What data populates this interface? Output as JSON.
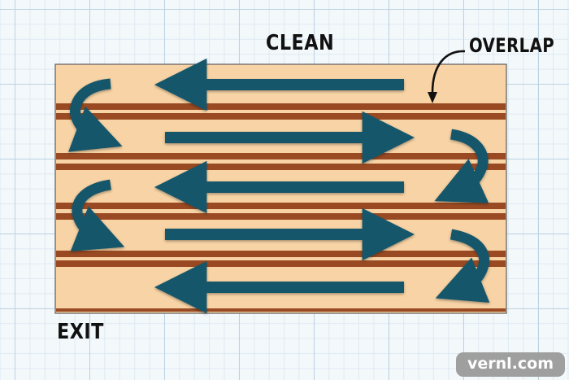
{
  "labels": {
    "clean": "CLEAN",
    "overlap": "OVERLAP",
    "exit": "EXIT"
  },
  "watermark": "vernl.com",
  "colors": {
    "surface": "#f7d3a5",
    "seam": "#9a4a22",
    "arrow": "#14566b",
    "grid": "#bcd2e2"
  },
  "icons": {
    "straight_arrow": "arrow-right-icon / arrow-left-icon",
    "turn_arrow": "u-turn-arrow-icon"
  }
}
